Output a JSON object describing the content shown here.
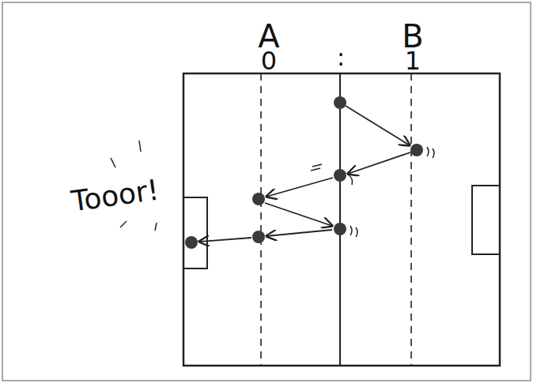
{
  "diagram": {
    "labels": [
      "A",
      "0",
      ":",
      "B",
      "1",
      "Tooor!"
    ]
  }
}
